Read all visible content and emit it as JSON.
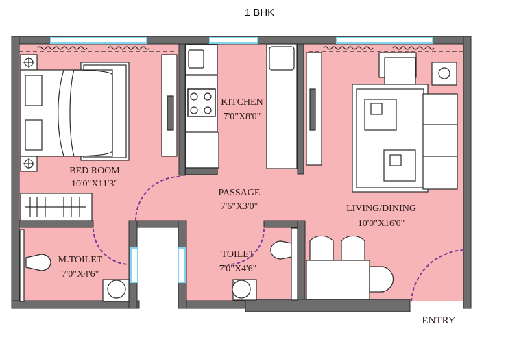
{
  "title": "1 BHK",
  "colors": {
    "floor": "#f7b5b7",
    "wall": "#6d6d6d",
    "wall_outline": "#2a2a2a",
    "window": "#7fd6ee",
    "door_swing": "#7a3f9a",
    "furniture": "#ffffff"
  },
  "rooms": [
    {
      "name": "BED ROOM",
      "size": "10'0\"X11'3\""
    },
    {
      "name": "KITCHEN",
      "size": "7'0\"X8'0\""
    },
    {
      "name": "PASSAGE",
      "size": "7'6\"X3'0\""
    },
    {
      "name": "LIVING/DINING",
      "size": "10'0\"X16'0\""
    },
    {
      "name": "M.TOILET",
      "size": "7'0\"X4'6\""
    },
    {
      "name": "TOILET",
      "size": "7'0\"X4'6\""
    }
  ],
  "entry_label": "ENTRY"
}
